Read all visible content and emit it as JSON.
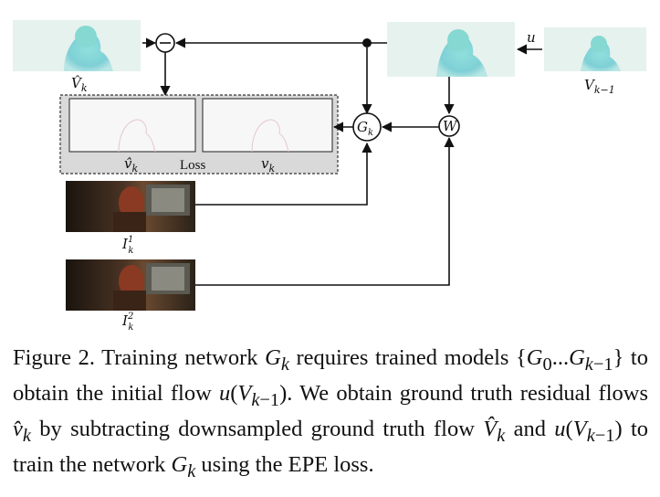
{
  "diagram": {
    "labels": {
      "v_hat_big": "V̂",
      "v_hat_big_sub": "k",
      "v_prev": "V",
      "v_prev_sub": "k−1",
      "u": "u",
      "g_node": "G",
      "g_node_sub": "k",
      "w_node": "W",
      "minus_node": "−",
      "v_hat_small": "v̂",
      "v_hat_small_sub": "k",
      "loss": "Loss",
      "v_small": "v",
      "v_small_sub": "k",
      "i1": "I",
      "i1_sup": "1",
      "i1_sub": "k",
      "i2": "I",
      "i2_sup": "2",
      "i2_sub": "k"
    },
    "colors": {
      "flow_bg": "#e6f2ee",
      "flow_blob": "#7fd3d0",
      "line": "#111111",
      "dashed_box": "#333333",
      "scene_dark": "#2b2018"
    }
  },
  "caption": {
    "figure_label": "Figure 2.",
    "text": "Training network G_k requires trained models {G_0...G_{k−1}} to obtain the initial flow u(V_{k−1}). We obtain ground truth residual flows v̂_k by subtracting downsampled ground truth flow V̂_k and u(V_{k−1}) to train the network G_k using the EPE loss."
  }
}
